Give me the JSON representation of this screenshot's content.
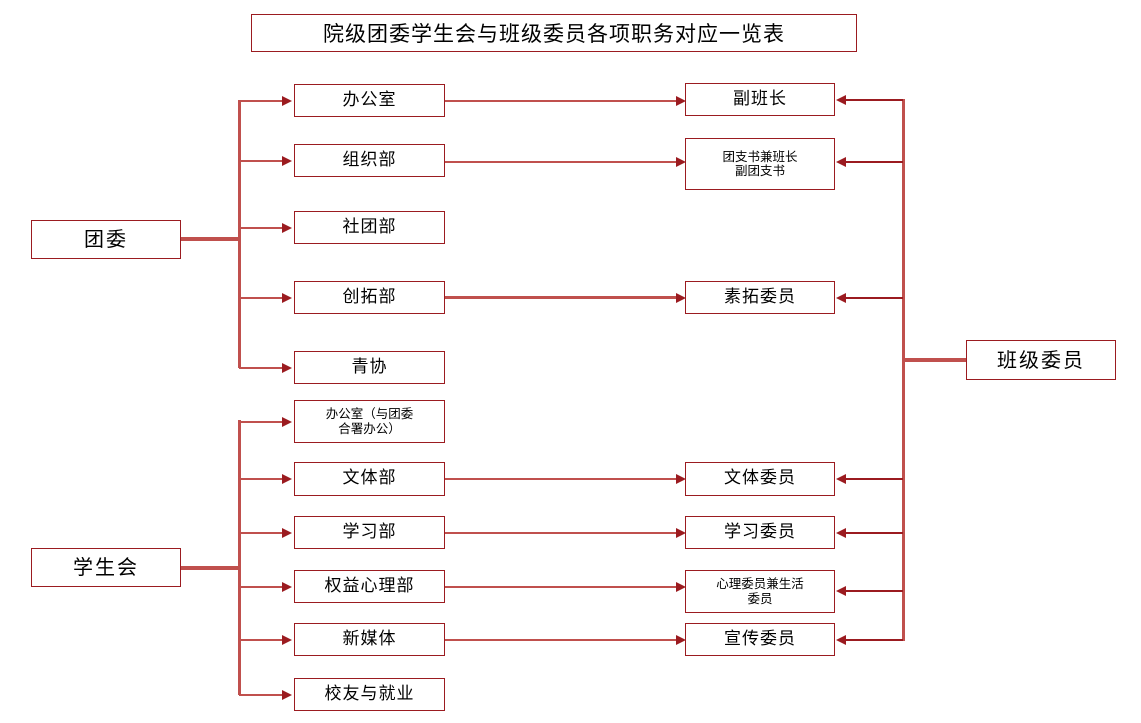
{
  "diagram": {
    "title": "院级团委学生会与班级委员各项职务对应一览表",
    "accent_color": "#9b1b20",
    "connector_color": "#c0504d",
    "background_color": "#ffffff"
  },
  "roots": {
    "youth_league": "团委",
    "student_union": "学生会",
    "class_committee": "班级委员"
  },
  "league_departments": [
    {
      "label": "办公室"
    },
    {
      "label": "组织部"
    },
    {
      "label": "社团部"
    },
    {
      "label": "创拓部"
    },
    {
      "label": "青协"
    }
  ],
  "union_departments": [
    {
      "label": "办公室（与团委\n合署办公）"
    },
    {
      "label": "文体部"
    },
    {
      "label": "学习部"
    },
    {
      "label": "权益心理部"
    },
    {
      "label": "新媒体"
    },
    {
      "label": "校友与就业"
    }
  ],
  "class_positions": [
    {
      "label": "副班长"
    },
    {
      "label": "团支书兼班长\n副团支书"
    },
    {
      "label": "素拓委员"
    },
    {
      "label": "文体委员"
    },
    {
      "label": "学习委员"
    },
    {
      "label": "心理委员兼生活\n委员"
    },
    {
      "label": "宣传委员"
    }
  ]
}
